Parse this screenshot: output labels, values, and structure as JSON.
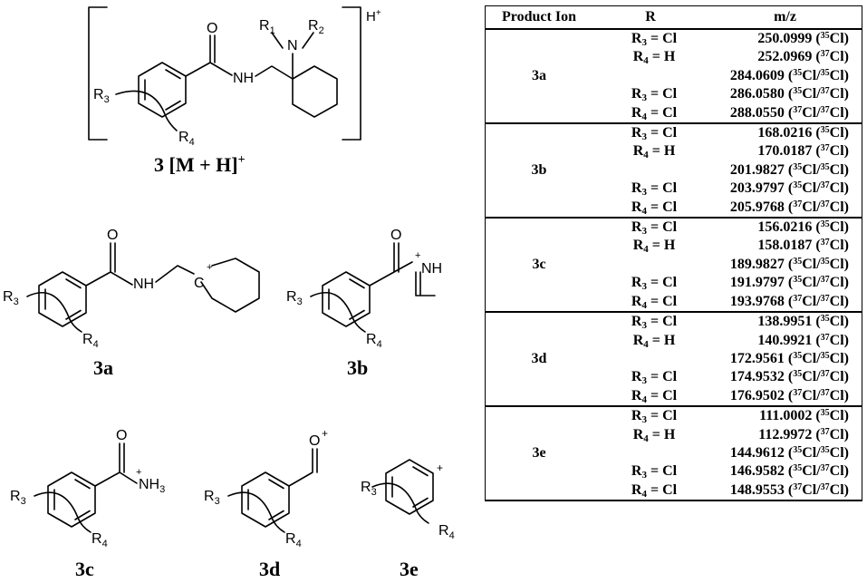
{
  "structures": {
    "precursor_label": "3 [M + H]",
    "precursor_label_charge": "+",
    "bracket_charge": "H",
    "bracket_charge_sup": "+",
    "r1": "R1",
    "r2": "R2",
    "r3": "R3",
    "r4": "R4",
    "n": "N",
    "nh": "NH",
    "nh2": "NH",
    "nh3": "NH3",
    "o": "O",
    "c": "C",
    "plus": "+",
    "labels": [
      "3a",
      "3b",
      "3c",
      "3d",
      "3e"
    ]
  },
  "table": {
    "headers": [
      "Product Ion",
      "R",
      "m/z"
    ],
    "groups": [
      {
        "ion": "3a",
        "r_top": [
          "R3 = Cl",
          "R4 = H"
        ],
        "r_bottom": [
          "R3 = Cl",
          "R4 = Cl"
        ],
        "mz": [
          "250.0999 (35Cl)",
          "252.0969 (37Cl)",
          "284.0609 (35Cl/35Cl)",
          "286.0580 (35Cl/37Cl)",
          "288.0550 (37Cl/37Cl)"
        ]
      },
      {
        "ion": "3b",
        "r_top": [
          "R3 = Cl",
          "R4 = H"
        ],
        "r_bottom": [
          "R3 = Cl",
          "R4 = Cl"
        ],
        "mz": [
          "168.0216 (35Cl)",
          "170.0187 (37Cl)",
          "201.9827 (35Cl/35Cl)",
          "203.9797 (35Cl/37Cl)",
          "205.9768 (37Cl/37Cl)"
        ]
      },
      {
        "ion": "3c",
        "r_top": [
          "R3 = Cl",
          "R4 = H"
        ],
        "r_bottom": [
          "R3 = Cl",
          "R4 = Cl"
        ],
        "mz": [
          "156.0216 (35Cl)",
          "158.0187 (37Cl)",
          "189.9827 (35Cl/35Cl)",
          "191.9797 (35Cl/37Cl)",
          "193.9768 (37Cl/37Cl)"
        ]
      },
      {
        "ion": "3d",
        "r_top": [
          "R3 = Cl",
          "R4 = H"
        ],
        "r_bottom": [
          "R3 = Cl",
          "R4 = Cl"
        ],
        "mz": [
          "138.9951 (35Cl)",
          "140.9921 (37Cl)",
          "172.9561 (35Cl/35Cl)",
          "174.9532 (35Cl/37Cl)",
          "176.9502 (37Cl/37Cl)"
        ]
      },
      {
        "ion": "3e",
        "r_top": [
          "R3 = Cl",
          "R4 = H"
        ],
        "r_bottom": [
          "R3 = Cl",
          "R4 = Cl"
        ],
        "mz": [
          "111.0002 (35Cl)",
          "112.9972 (37Cl)",
          "144.9612 (35Cl/35Cl)",
          "146.9582 (35Cl/37Cl)",
          "148.9553 (37Cl/37Cl)"
        ]
      }
    ]
  }
}
